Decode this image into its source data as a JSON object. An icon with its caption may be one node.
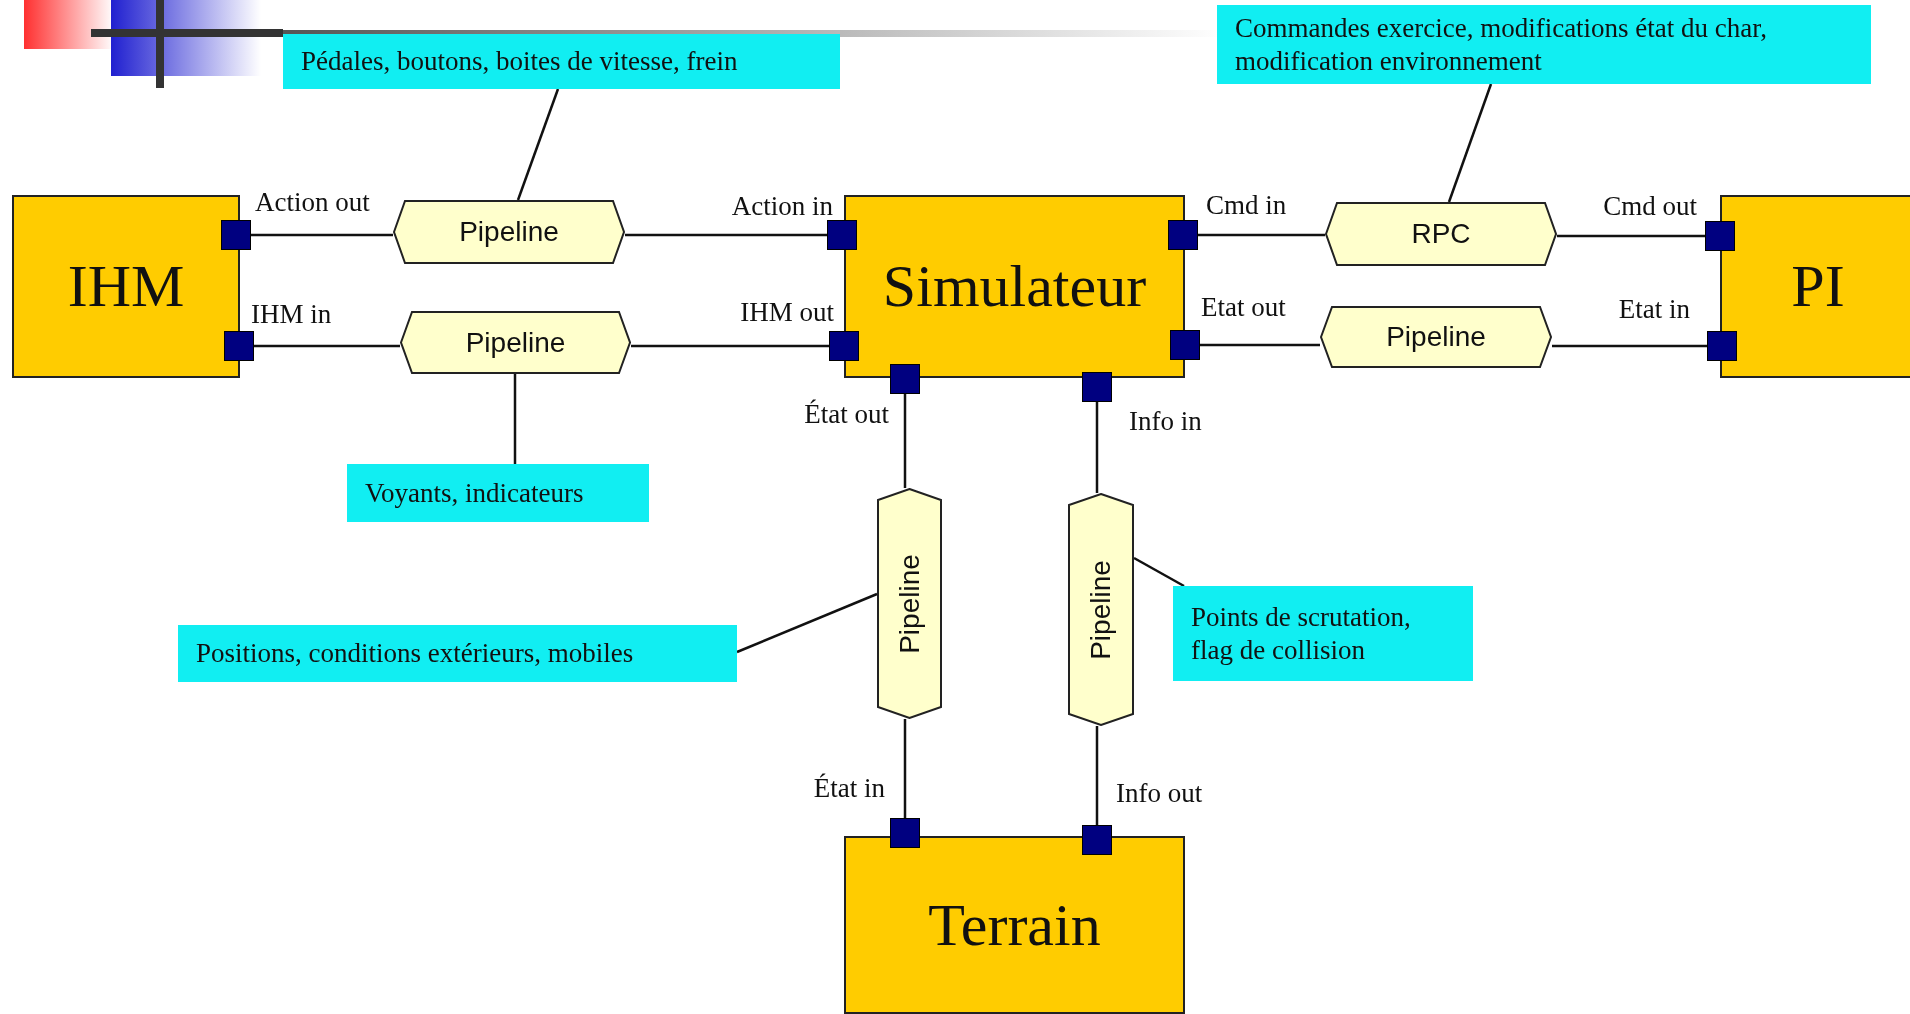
{
  "diagram": {
    "nodes": [
      {
        "text": [
          "IHM"
        ]
      },
      {
        "text": [
          "Simulateur"
        ]
      },
      {
        "text": [
          "PI"
        ]
      },
      {
        "text": [
          "Terrain"
        ]
      },
      {
        "text": [],
        "shape": "box",
        "beside": [
          "Action out"
        ]
      },
      {
        "text": [],
        "shape": "box",
        "beside": [
          "IHM in"
        ]
      },
      {
        "text": [],
        "shape": "box",
        "beside": [
          "Action in"
        ]
      },
      {
        "text": [],
        "shape": "box",
        "beside": [
          "IHM out"
        ]
      },
      {
        "text": [],
        "shape": "box",
        "beside": [
          "Cmd in"
        ]
      },
      {
        "text": [],
        "shape": "box",
        "beside": [
          "Etat out"
        ]
      },
      {
        "text": [],
        "shape": "box",
        "beside": [
          "État out"
        ]
      },
      {
        "text": [],
        "shape": "box",
        "beside": [
          "Info in"
        ]
      },
      {
        "text": [],
        "shape": "box",
        "beside": [
          "Cmd out"
        ]
      },
      {
        "text": [],
        "shape": "box",
        "beside": [
          "Etat in"
        ]
      },
      {
        "text": [],
        "shape": "box",
        "beside": [
          "État in"
        ]
      },
      {
        "text": [],
        "shape": "box",
        "beside": [
          "Info out"
        ]
      },
      {
        "text": [
          "Pipeline"
        ]
      },
      {
        "text": [
          "Pipeline"
        ]
      },
      {
        "text": [
          "RPC"
        ]
      },
      {
        "text": [
          "Pipeline"
        ]
      },
      {
        "text": [
          "Pipeline"
        ]
      },
      {
        "text": [
          "Pipeline"
        ]
      },
      {
        "text": [
          "Pédales, boutons, boites de vitesse, frein"
        ]
      },
      {
        "text": [
          "Voyants, indicateurs"
        ]
      },
      {
        "text": [
          "Commandes exercice, modifications état du char, modification environnement"
        ]
      },
      {
        "text": [
          "Positions, conditions extérieurs, mobiles"
        ]
      },
      {
        "text": [
          "Points de scrutation, flag de collision"
        ]
      }
    ],
    "edges": [
      {
        "from": 4,
        "to": 16,
        "arrow": "none"
      },
      {
        "from": 16,
        "to": 6,
        "arrow": "none"
      },
      {
        "from": 5,
        "to": 17,
        "arrow": "none"
      },
      {
        "from": 17,
        "to": 7,
        "arrow": "none"
      },
      {
        "from": 8,
        "to": 18,
        "arrow": "none"
      },
      {
        "from": 18,
        "to": 12,
        "arrow": "none"
      },
      {
        "from": 9,
        "to": 19,
        "arrow": "none"
      },
      {
        "from": 19,
        "to": 13,
        "arrow": "none"
      },
      {
        "from": 10,
        "to": 20,
        "arrow": "none"
      },
      {
        "from": 20,
        "to": 14,
        "arrow": "none"
      },
      {
        "from": 11,
        "to": 21,
        "arrow": "none"
      },
      {
        "from": 21,
        "to": 15,
        "arrow": "none"
      },
      {
        "from": 22,
        "to": 16,
        "arrow": "none"
      },
      {
        "from": 23,
        "to": 17,
        "arrow": "none"
      },
      {
        "from": 24,
        "to": 18,
        "arrow": "none"
      },
      {
        "from": 25,
        "to": 20,
        "arrow": "none"
      },
      {
        "from": 26,
        "to": 21,
        "arrow": "none"
      }
    ]
  }
}
